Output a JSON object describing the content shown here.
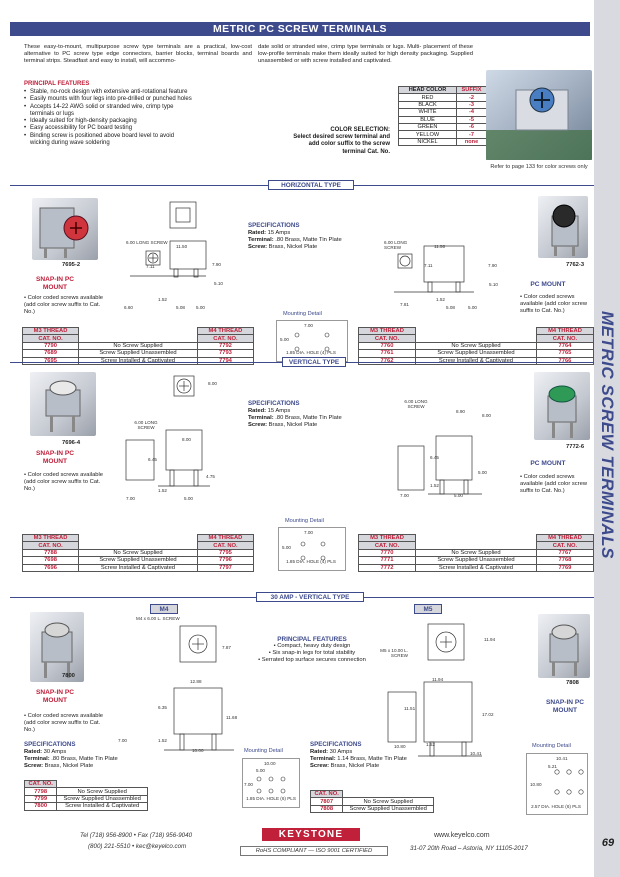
{
  "title": "METRIC PC SCREW TERMINALS",
  "side_title": "METRIC SCREW TERMINALS",
  "page_number": "69",
  "intro_left": "These easy-to-mount, multipurpose screw type terminals are a practical, low-cost alternative to PC screw type edge connectors, barrier blocks, terminal boards and terminal strips. Steadfast and easy to install, will accommo-",
  "intro_right": "date solid or stranded wire, crimp type terminals or lugs. Multi- placement of these low-profile terminals make them ideally suited for high density packaging. Supplied unassembled or with screw installed and captivated.",
  "principal_features": {
    "heading": "PRINCIPAL FEATURES",
    "items": [
      "Stable, no-rock design with extensive anti-rotational feature",
      "Easily mounts with four legs into pre-drilled or punched holes",
      "Accepts 14-22 AWG solid or stranded wire, crimp type",
      "terminals or lugs",
      "Ideally suited for high-density packaging",
      "Easy accessibility for PC board testing",
      "Binding screw is positioned above board level to avoid",
      "wicking during wave soldering"
    ]
  },
  "color_selection": {
    "label": "COLOR SELECTION:",
    "instruction": "Select desired screw terminal and add color suffix to the screw terminal Cat. No.",
    "headers": [
      "HEAD COLOR",
      "SUFFIX"
    ],
    "rows": [
      [
        "RED",
        "-2"
      ],
      [
        "BLACK",
        "-3"
      ],
      [
        "WHITE",
        "-4"
      ],
      [
        "BLUE",
        "-5"
      ],
      [
        "GREEN",
        "-6"
      ],
      [
        "YELLOW",
        "-7"
      ],
      [
        "NICKEL",
        "none"
      ]
    ]
  },
  "photo_caption": "Refer to page 133 for color screws only",
  "horizontal": {
    "label": "HORIZONTAL TYPE",
    "left_num": "7695-2",
    "left_mount": "SNAP-IN PC MOUNT",
    "left_note": "• Color coded screws available (add color screw suffix to Cat. No.)",
    "right_num": "7762-3",
    "right_mount": "PC MOUNT",
    "right_note": "• Color coded screws available (add color screw suffix to Cat. No.)",
    "spec": {
      "heading": "SPECIFICATIONS",
      "rated_label": "Rated:",
      "rated": "15 Amps",
      "terminal_label": "Terminal:",
      "terminal": ".80 Brass, Matte Tin Plate",
      "screw_label": "Screw:",
      "screw": "Brass, Nickel Plate"
    },
    "mount_detail": "Mounting Detail",
    "dims_left": [
      "6.00 LONG SCREW",
      "11.50",
      "7.11",
      "7.90",
      "5.10",
      "1.52",
      "5.08",
      "5.00",
      "6.60"
    ],
    "dims_right": [
      "6.00 LONG SCREW",
      "11.50",
      "7.11",
      "7.90",
      "5.10",
      "1.52",
      "5.08",
      "5.00",
      "7.81"
    ],
    "dims_detail": [
      "7.00",
      "5.00",
      "1.85 DIA. HOLE (4) PLS"
    ],
    "left_table": {
      "h1": "M3 THREAD",
      "h2": "M4 THREAD",
      "cat": "CAT. NO.",
      "rows": [
        [
          "7790",
          "No Screw Supplied",
          "7792"
        ],
        [
          "7689",
          "Screw Supplied Unassembled",
          "7793"
        ],
        [
          "7695",
          "Screw Installed & Captivated",
          "7794"
        ]
      ]
    },
    "right_table": {
      "h1": "M3 THREAD",
      "h2": "M4 THREAD",
      "cat": "CAT. NO.",
      "rows": [
        [
          "7760",
          "No Screw Supplied",
          "7764"
        ],
        [
          "7761",
          "Screw Supplied Unassembled",
          "7765"
        ],
        [
          "7762",
          "Screw Installed & Captivated",
          "7766"
        ]
      ]
    }
  },
  "vertical": {
    "label": "VERTICAL TYPE",
    "left_num": "7696-4",
    "left_mount": "SNAP-IN PC MOUNT",
    "left_note": "• Color coded screws available (add color screw suffix to Cat. No.)",
    "right_num": "7772-6",
    "right_mount": "PC MOUNT",
    "right_note": "• Color coded screws available (add color screw suffix to Cat. No.)",
    "spec": {
      "heading": "SPECIFICATIONS",
      "rated_label": "Rated:",
      "rated": "15 Amps",
      "terminal_label": "Terminal:",
      "terminal": ".80 Brass, Matte Tin Plate",
      "screw_label": "Screw:",
      "screw": "Brass, Nickel Plate"
    },
    "mount_detail": "Mounting Detail",
    "dims_left": [
      "6.00 LONG SCREW",
      "8.00",
      "8.00",
      "6.45",
      "4.75",
      "1.52",
      "5.00",
      "7.00"
    ],
    "dims_right": [
      "6.00 LONG SCREW",
      "8.00",
      "8.90",
      "6.45",
      "5.00",
      "1.52",
      "5.00",
      "7.00"
    ],
    "dims_detail": [
      "7.00",
      "5.00",
      "1.85 DIA. HOLE (4) PLS"
    ],
    "left_table": {
      "h1": "M3 THREAD",
      "h2": "M4 THREAD",
      "cat": "CAT. NO.",
      "rows": [
        [
          "7788",
          "No Screw Supplied",
          "7795"
        ],
        [
          "7698",
          "Screw Supplied Unassembled",
          "7796"
        ],
        [
          "7696",
          "Screw Installed & Captivated",
          "7797"
        ]
      ]
    },
    "right_table": {
      "h1": "M3 THREAD",
      "h2": "M4 THREAD",
      "cat": "CAT. NO.",
      "rows": [
        [
          "7770",
          "No Screw Supplied",
          "7767"
        ],
        [
          "7771",
          "Screw Supplied Unassembled",
          "7768"
        ],
        [
          "7772",
          "Screw Installed & Captivated",
          "7769"
        ]
      ]
    }
  },
  "amp30": {
    "label": "30 AMP - VERTICAL TYPE",
    "m4": "M4",
    "m5": "M5",
    "features_heading": "PRINCIPAL FEATURES",
    "features": [
      "• Compact, heavy duty design",
      "• Six snap-in legs for total stability",
      "• Serrated top surface secures connection"
    ],
    "left_num": "7800",
    "left_mount": "SNAP-IN PC MOUNT",
    "left_note": "• Color coded screws available (add color screw suffix to Cat. No.)",
    "right_num": "7808",
    "right_mount": "SNAP-IN PC MOUNT",
    "spec_left": {
      "heading": "SPECIFICATIONS",
      "rated_label": "Rated:",
      "rated": "30 Amps",
      "terminal_label": "Terminal:",
      "terminal": ".80 Brass, Matte Tin Plate",
      "screw_label": "Screw:",
      "screw": "Brass, Nickel Plate"
    },
    "spec_right": {
      "heading": "SPECIFICATIONS",
      "rated_label": "Rated:",
      "rated": "30 Amps",
      "terminal_label": "Terminal:",
      "terminal": "1.14 Brass, Matte Tin Plate",
      "screw_label": "Screw:",
      "screw": "Brass, Nickel Plate"
    },
    "mount_detail": "Mounting Detail",
    "dims_left": [
      "M4 x 6.00 L. SCREW",
      "7.87",
      "12.88",
      "6.35",
      "11.68",
      "1.52",
      "10.00",
      "7.00"
    ],
    "dims_right": [
      "M5 x 10.00 L. SCREW",
      "11.94",
      "11.94",
      "11.51",
      "17.02",
      "1.52",
      "10.41",
      "10.80"
    ],
    "dims_detail_left": [
      "10.00",
      "5.00",
      "7.00",
      "1.85 DIA. HOLE (6) PLS"
    ],
    "dims_detail_right": [
      "10.41",
      "5.21",
      "10.80",
      "2.57 DIA. HOLE (6) PLS"
    ],
    "left_table": {
      "cat": "CAT. NO.",
      "rows": [
        [
          "7798",
          "No Screw Supplied"
        ],
        [
          "7799",
          "Screw Supplied Unassembled"
        ],
        [
          "7800",
          "Screw Installed & Captivated"
        ]
      ]
    },
    "right_table": {
      "cat": "CAT. NO.",
      "rows": [
        [
          "7807",
          "No Screw Supplied"
        ],
        [
          "7808",
          "Screw Supplied Unassembled"
        ]
      ]
    }
  },
  "footer": {
    "phone": "Tel (718) 956-8900 • Fax (718) 956-9040",
    "phone2": "(800) 221-5510 • kec@keyelco.com",
    "logo": "KEYSTONE",
    "logo_sub": "RoHS COMPLIANT — ISO 9001 CERTIFIED",
    "web": "www.keyelco.com",
    "address": "31-07 20th Road – Astoria, NY 11105-2017"
  },
  "colors": {
    "accent_blue": "#3d4a8c",
    "accent_red": "#c0203a",
    "side_band": "#d8dae0"
  }
}
